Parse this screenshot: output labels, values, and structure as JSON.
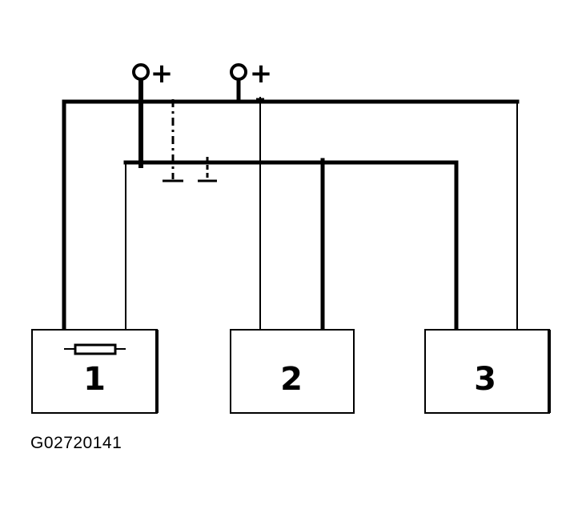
{
  "diagram": {
    "components": [
      {
        "id": "1",
        "label": "1"
      },
      {
        "id": "2",
        "label": "2"
      },
      {
        "id": "3",
        "label": "3"
      }
    ],
    "terminals": [
      {
        "id": "supply-a",
        "symbol": "+"
      },
      {
        "id": "supply-b",
        "symbol": "+"
      }
    ],
    "figure_code": "G02720141"
  }
}
